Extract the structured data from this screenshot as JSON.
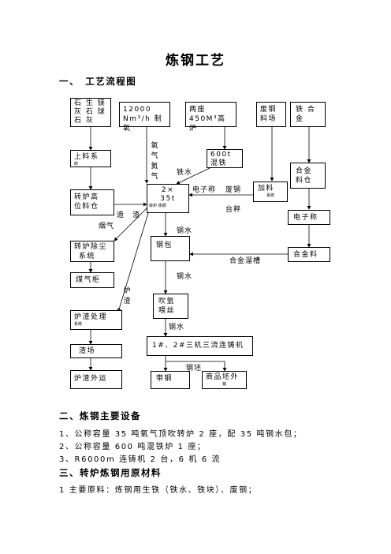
{
  "title": "炼钢工艺",
  "sections": {
    "s1": "一、　工艺流程图",
    "s2": "二、炼钢主要设备",
    "s3": "三、转炉炼钢用原材料"
  },
  "equipment": [
    "1、公称容量 35 吨氧气顶吹转炉 2 座，配 35 吨钢水包；",
    "2、公称容量 600 吨混铁炉 1 座；",
    "3、R6000m 连铸机 2 台，6 机 6 流"
  ],
  "materials": "1 主要原料：炼钢用生铁（铁水、铁块）、废钢；",
  "flow": {
    "stone": [
      "石 生 镁",
      "灰 石 球",
      "石 灰"
    ],
    "oxygen_plant": [
      "12000",
      "Nm³/h 制氧"
    ],
    "blast_furnace": [
      "两座",
      "450M³高炉"
    ],
    "scrap_yard": [
      "废钢",
      "料场"
    ],
    "alloy": [
      "铁 合",
      "金"
    ],
    "feeding": "上料系",
    "feeding_small": "统",
    "mixer": [
      "600t",
      "混铁"
    ],
    "alloy_bin": [
      "合金",
      "料仓"
    ],
    "converter_bin": [
      "转炉高",
      "位料仓"
    ],
    "converter": [
      "2×",
      "35t"
    ],
    "converter_small": "转炉 炼钢",
    "charging": "加料",
    "charging_small": "系统",
    "e_scale_right": "电子称",
    "dust": [
      "转炉除尘",
      "系统"
    ],
    "ladle": "钢包",
    "alloy_material": "合金料",
    "gas_holder": "煤气柜",
    "argon": [
      "吹氩",
      "喂丝"
    ],
    "slag_treat": "炉渣处理",
    "slag_treat_small": "系统",
    "slag_yard": "渣场",
    "caster": "1#、2#三机三流连铸机",
    "slag_out": "炉渣外运",
    "strip": "带钢",
    "billet_out": "商品坯外",
    "billet_out_small": "销",
    "labels": {
      "oxygen": "氧气氮气",
      "hot_metal": "铁水",
      "e_scale": "电子称",
      "scrap": "废钢",
      "platform_scale": "台秤",
      "slag": "造　渣",
      "flue_gas": "烟气",
      "steel1": "钢水",
      "alloy_chute": "合金溜槽",
      "steel2": "钢水",
      "furnace_slag": "炉渣",
      "steel3": "钢水",
      "billet": "钢坯"
    }
  }
}
